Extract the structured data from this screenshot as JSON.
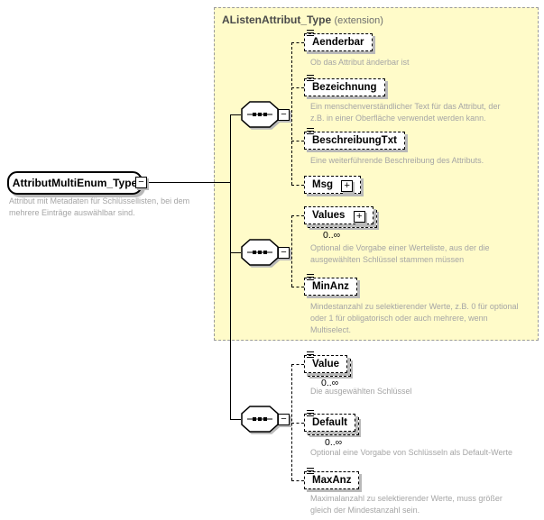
{
  "root": {
    "name": "AttributMultiEnum_Type",
    "annotation": "Attribut mit Metadaten für Schlüssellisten, bei dem\nmehrere Einträge auswählbar sind."
  },
  "extension_box": {
    "title": "AListenAttribut_Type",
    "suffix": "(extension)"
  },
  "elements": {
    "aenderbar": {
      "name": "Aenderbar",
      "annotation": "Ob das Attribut änderbar ist"
    },
    "bezeichnung": {
      "name": "Bezeichnung",
      "annotation": "Ein menschenverständlicher Text für das Attribut, der\nz.B. in einer Oberfläche verwendet werden kann."
    },
    "beschreibungtxt": {
      "name": "BeschreibungTxt",
      "annotation": "Eine weiterführende Beschreibung des Attributs."
    },
    "msg": {
      "name": "Msg"
    },
    "values": {
      "name": "Values",
      "occurs": "0..∞",
      "annotation": "Optional die Vorgabe einer Werteliste, aus der die\nausgewählten Schlüssel stammen müssen"
    },
    "minanz": {
      "name": "MinAnz",
      "annotation": "Mindestanzahl zu selektierender Werte, z.B. 0 für optional\noder 1 für obligatorisch oder auch mehrere, wenn\nMultiselect."
    },
    "value": {
      "name": "Value",
      "occurs": "0..∞",
      "annotation": "Die ausgewählten Schlüssel"
    },
    "default": {
      "name": "Default",
      "occurs": "0..∞",
      "annotation": "Optional eine Vorgabe von Schlüsseln als Default-Werte"
    },
    "maxanz": {
      "name": "MaxAnz",
      "annotation": "Maximalanzahl zu selektierender Werte, muss größer\ngleich der Mindestanzahl sein."
    }
  },
  "icons": {
    "collapse": "−",
    "expand": "+"
  },
  "colors": {
    "panel_fill": "#fffbc9",
    "panel_border": "#9a9a9a",
    "annotation_text": "#a5a5a5",
    "shadow": "#b9b9b9",
    "line": "#000000"
  }
}
